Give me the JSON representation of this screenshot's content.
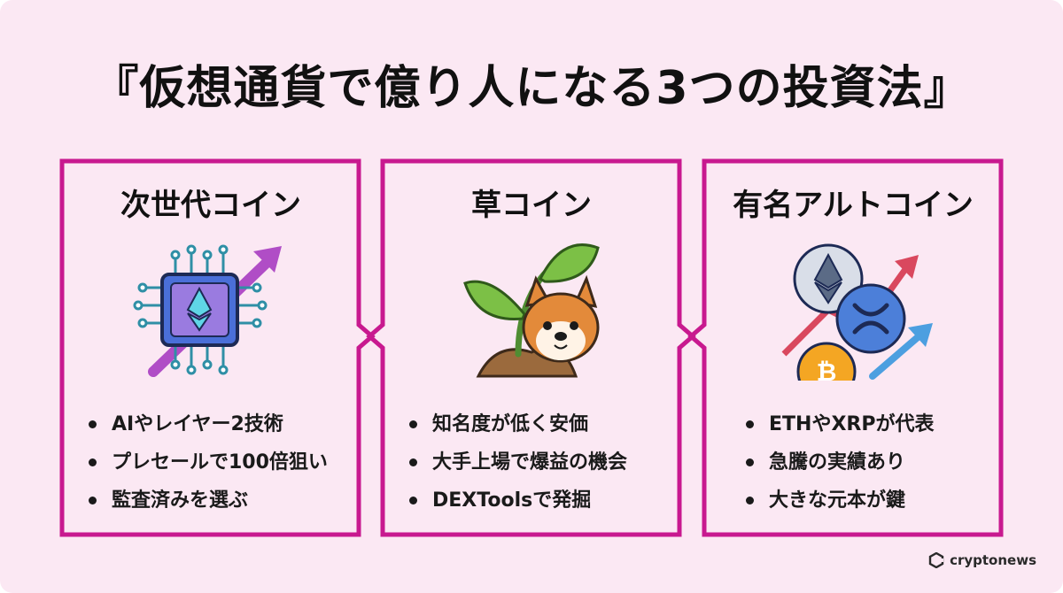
{
  "title": "『仮想通貨で億り人になる3つの投資法』",
  "colors": {
    "background": "#fbe8f3",
    "frame": "#c8198f"
  },
  "cards": [
    {
      "title": "次世代コイン",
      "icon": "ethereum-chip-arrow-icon",
      "bullets": [
        "AIやレイヤー2技術",
        "プレセールで100倍狙い",
        "監査済みを選ぶ"
      ]
    },
    {
      "title": "草コイン",
      "icon": "sprout-shiba-dog-icon",
      "bullets": [
        "知名度が低く安価",
        "大手上場で爆益の機会",
        "DEXToolsで発掘"
      ]
    },
    {
      "title": "有名アルトコイン",
      "icon": "eth-xrp-btc-coins-arrows-icon",
      "bullets": [
        "ETHやXRPが代表",
        "急騰の実績あり",
        "大きな元本が鍵"
      ]
    }
  ],
  "brand": {
    "name": "cryptonews",
    "icon": "cryptonews-logo-icon"
  }
}
